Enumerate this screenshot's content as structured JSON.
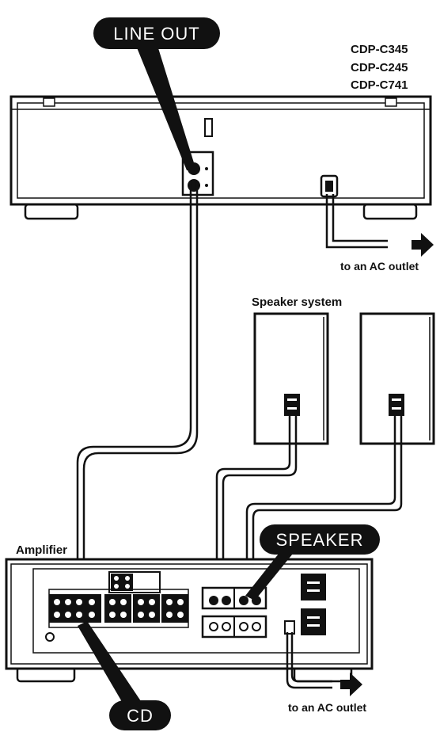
{
  "cd_player": {
    "models": [
      "CDP-C345",
      "CDP-C245",
      "CDP-C741"
    ],
    "output_badge": "LINE OUT",
    "ac_text": "to an AC outlet"
  },
  "speakers": {
    "label": "Speaker system"
  },
  "amplifier": {
    "label": "Amplifier",
    "speaker_badge": "SPEAKER",
    "input_badge": "CD",
    "ac_text": "to an AC outlet"
  }
}
